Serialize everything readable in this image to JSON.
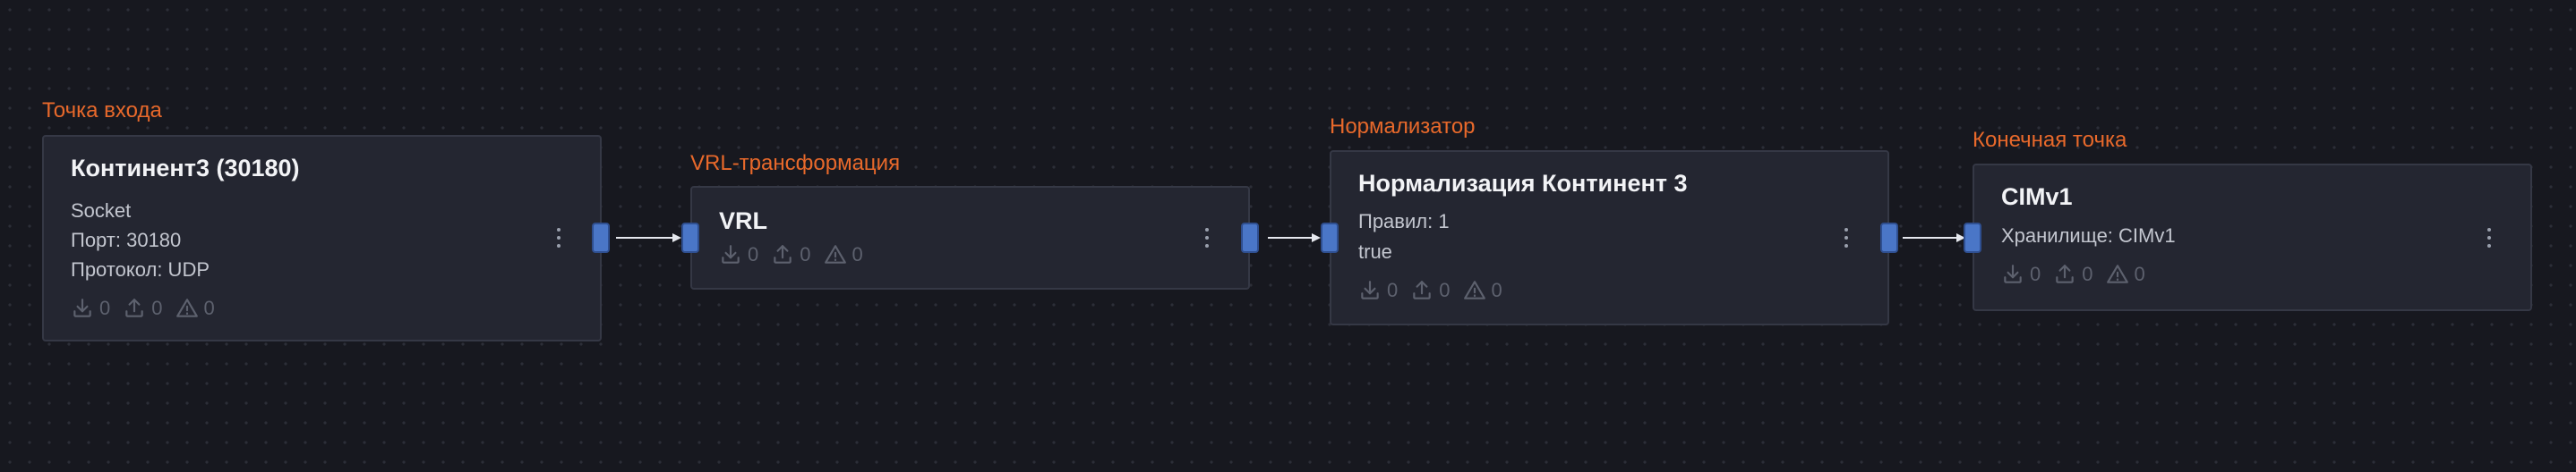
{
  "nodes": [
    {
      "group_label": "Точка входа",
      "title": "Континент3 (30180)",
      "lines": [
        "Socket",
        "Порт: 30180",
        "Протокол: UDP"
      ],
      "stats": {
        "in": "0",
        "out": "0",
        "warn": "0"
      }
    },
    {
      "group_label": "VRL-трансформация",
      "title": "VRL",
      "lines": [],
      "stats": {
        "in": "0",
        "out": "0",
        "warn": "0"
      }
    },
    {
      "group_label": "Нормализатор",
      "title": "Нормализация Континент 3",
      "lines": [
        "Правил: 1",
        "true"
      ],
      "stats": {
        "in": "0",
        "out": "0",
        "warn": "0"
      }
    },
    {
      "group_label": "Конечная точка",
      "title": "CIMv1",
      "lines": [
        "Хранилище: CIMv1"
      ],
      "stats": {
        "in": "0",
        "out": "0",
        "warn": "0"
      }
    }
  ],
  "icons": {
    "in": "download-icon",
    "out": "upload-icon",
    "warn": "warning-icon",
    "menu": "kebab-menu-icon"
  },
  "colors": {
    "background": "#17181f",
    "node_bg": "#242631",
    "accent": "#e8692b",
    "port": "#4a76c7"
  }
}
